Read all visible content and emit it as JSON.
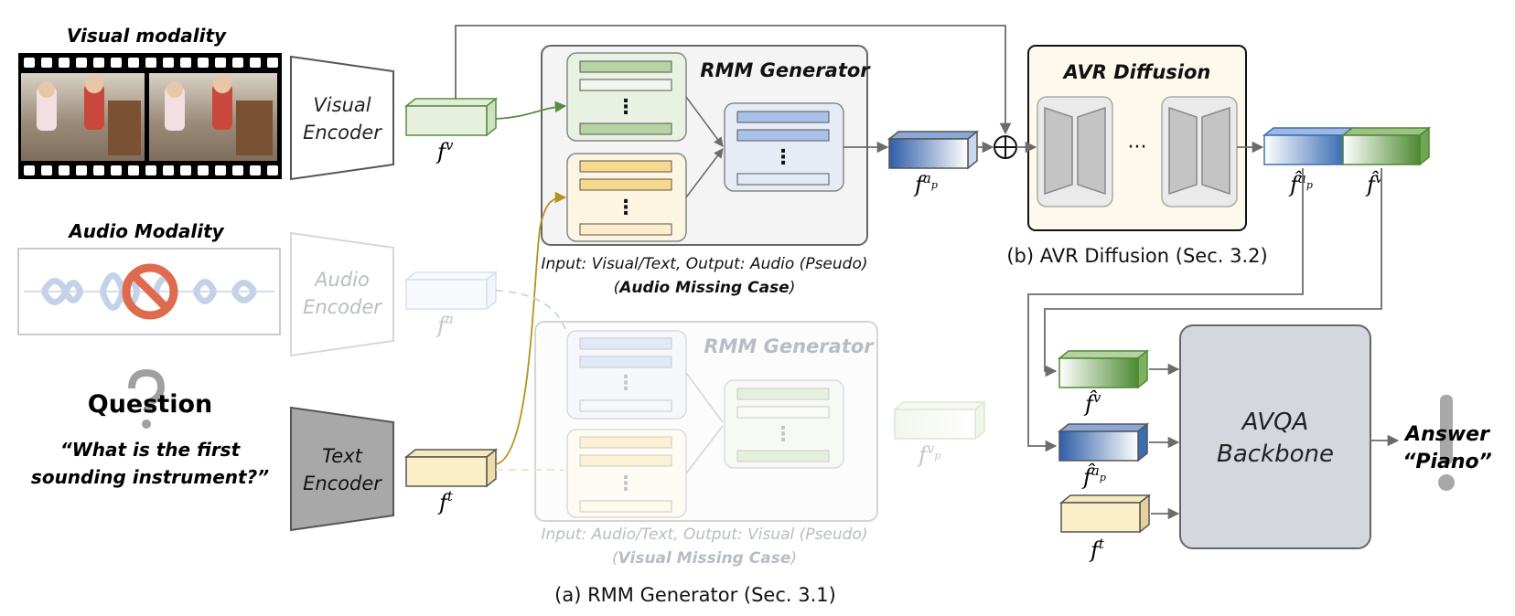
{
  "visual_modality": {
    "title": "Visual modality"
  },
  "audio_modality": {
    "title": "Audio Modality"
  },
  "question": {
    "title": "Question",
    "line1": "“What is the first",
    "line2": "sounding instrument?”"
  },
  "encoders": {
    "visual": [
      "Visual",
      "Encoder"
    ],
    "audio": [
      "Audio",
      "Encoder"
    ],
    "text": [
      "Text",
      "Encoder"
    ]
  },
  "features": {
    "fv_base": "f",
    "fv_sup": "v",
    "fa_base": "f",
    "fa_sup": "a",
    "ft_base": "f",
    "ft_sup": "t",
    "fap_base": "f",
    "fap_sup": "a",
    "fap_sub": "p",
    "fvp_base": "f",
    "fvp_sup": "v",
    "fvp_sub": "p",
    "hat_fap_base": "f̂",
    "hat_fap_sup": "a",
    "hat_fap_sub": "p",
    "hat_fv_base": "f̂",
    "hat_fv_sup": "v"
  },
  "rmm_top": {
    "title": "RMM Generator",
    "caption1": "Input: Visual/Text, Output: Audio (Pseudo)",
    "caption2": "(Audio Missing Case)",
    "ellipsis": "⋮"
  },
  "rmm_bottom": {
    "title": "RMM Generator",
    "caption1": "Input: Audio/Text, Output: Visual (Pseudo)",
    "caption2_open": "(",
    "caption2_bold": "Visual Missing Case",
    "caption2_close": ")",
    "ellipsis": "⋮"
  },
  "caption2_open_top": "(",
  "caption2_bold_top": "Audio Missing Case",
  "caption2_close_top": ")",
  "avr": {
    "title": "AVR Diffusion",
    "dots": "···",
    "caption": "(b) AVR Diffusion (Sec. 3.2)",
    "oplus": "⊕"
  },
  "avqa": {
    "line1": "AVQA",
    "line2": "Backbone"
  },
  "answer": {
    "title": "Answer",
    "value": "“Piano”"
  },
  "bottom_caption": "(a) RMM Generator (Sec. 3.1)",
  "colors": {
    "green": "#5b8c3e",
    "blue": "#3c6eb4",
    "yellow": "#c9a227",
    "gray_box": "#c8ccd6",
    "missing_red": "#e06a4e"
  }
}
